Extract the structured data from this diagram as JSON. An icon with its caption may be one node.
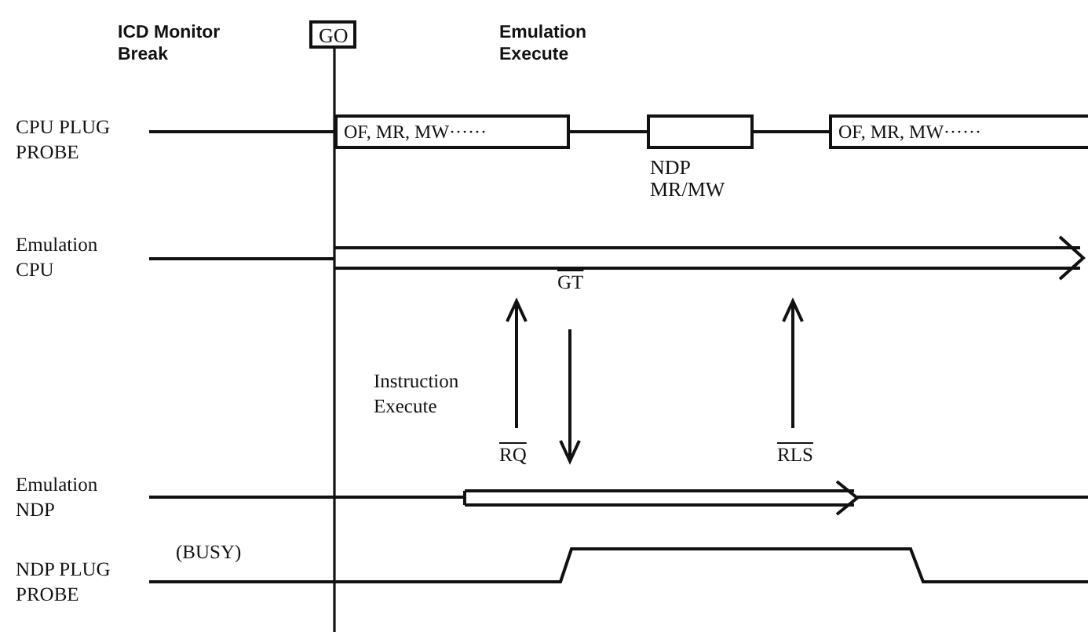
{
  "diagram": {
    "nodes": [
      {
        "text": [
          "GO"
        ]
      },
      {
        "text": [
          "OF, MR, MW······"
        ]
      },
      {
        "text": [],
        "shape": "box",
        "beside": [
          "NDP MR/MW"
        ]
      },
      {
        "text": [
          "OF, MR, MW······"
        ]
      }
    ],
    "edges": [
      {
        "from": 1,
        "to": 2,
        "arrow": "none"
      },
      {
        "from": 2,
        "to": 3,
        "arrow": "none"
      }
    ],
    "labels": [
      "ICD Monitor Break",
      "Emulation Execute",
      "CPU PLUG PROBE",
      "Emulation CPU",
      "GT",
      "Instruction Execute",
      "RQ",
      "RLS",
      "Emulation NDP",
      "NDP PLUG PROBE",
      "(BUSY)"
    ]
  }
}
